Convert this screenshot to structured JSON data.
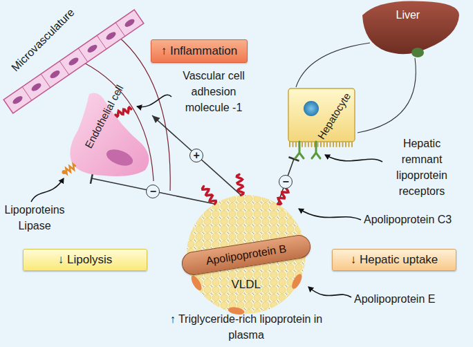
{
  "diagram": {
    "nodes": [
      {
        "text": [
          "Microvasculature"
        ]
      },
      {
        "text": [
          "Endothelial cell"
        ]
      },
      {
        "text": [
          "↑ Inflammation"
        ]
      },
      {
        "text": [
          "Liver"
        ]
      },
      {
        "text": [
          "Hepatocyte"
        ]
      },
      {
        "text": [
          "VLDL"
        ]
      },
      {
        "text": [
          "Apolipoprotein B"
        ],
        "in": 5
      },
      {
        "text": [
          "↓ Lipolysis"
        ]
      },
      {
        "text": [
          "↓ Hepatic uptake"
        ]
      }
    ],
    "edges": [
      {
        "from": 5,
        "to": 1,
        "arrow": "to",
        "label": "+"
      },
      {
        "from": 5,
        "to": 1,
        "arrow": "to",
        "label": "−"
      },
      {
        "from": 5,
        "to": 4,
        "arrow": "to",
        "label": "−"
      }
    ],
    "labels": [
      "Vascular cell adhesion molecule -1",
      "Lipoproteins Lipase",
      "Hepatic remnant lipoprotein receptors",
      "Apolipoprotein C3",
      "Apolipoprotein E",
      "↑ Triglyceride-rich lipoprotein in plasma"
    ]
  }
}
